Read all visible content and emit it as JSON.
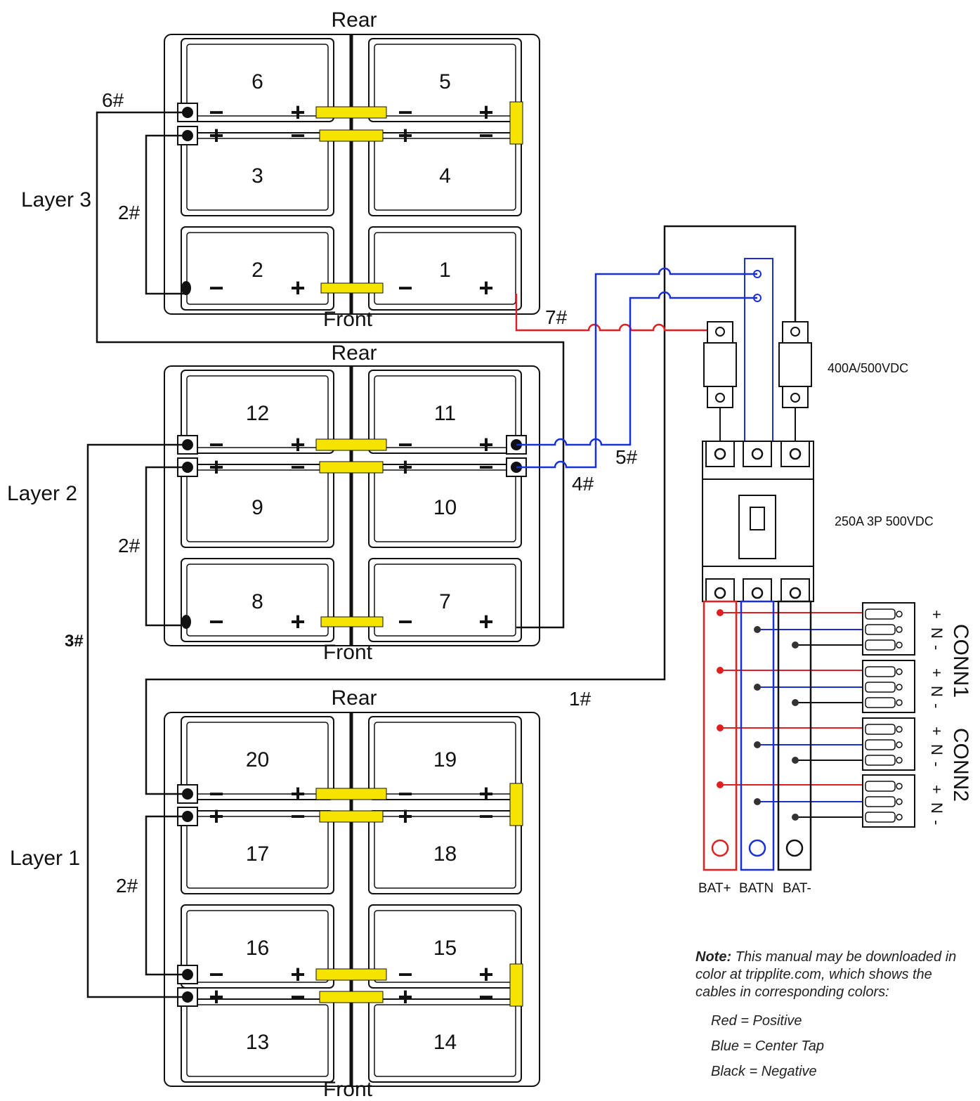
{
  "layers": [
    {
      "label": "Layer 3",
      "rear": "Rear",
      "front": "Front",
      "batteries": [
        "6",
        "5",
        "3",
        "4",
        "2",
        "1"
      ],
      "wires": [
        "6#",
        "2#"
      ]
    },
    {
      "label": "Layer 2",
      "rear": "Rear",
      "front": "Front",
      "batteries": [
        "12",
        "11",
        "9",
        "10",
        "8",
        "7"
      ],
      "wires": [
        "2#"
      ]
    },
    {
      "label": "Layer 1",
      "rear": "Rear",
      "front": "Front",
      "batteries": [
        "20",
        "19",
        "17",
        "18",
        "16",
        "15",
        "13",
        "14"
      ],
      "wires": [
        "2#"
      ]
    }
  ],
  "wire_labels": {
    "w1": "1#",
    "w3": "3#",
    "w4": "4#",
    "w5": "5#",
    "w7": "7#"
  },
  "fuse_label": "400A/500VDC",
  "breaker_label": "250A 3P 500VDC",
  "busbar_labels": [
    "BAT+",
    "BATN",
    "BAT-"
  ],
  "connectors": [
    "CONN1",
    "CONN2"
  ],
  "pin_labels": [
    "+",
    "N",
    "-",
    "+",
    "N",
    "-",
    "+",
    "N",
    "-",
    "+",
    "N",
    "-"
  ],
  "colors": {
    "positive": "#e02020",
    "center_tap": "#1a2fd6",
    "negative": "#111111",
    "link": "#f5e400"
  },
  "note": {
    "title": "Note:",
    "text": "This manual may be downloaded in color at tripplite.com, which shows the cables in corresponding colors:",
    "legend": [
      "Red = Positive",
      "Blue = Center Tap",
      "Black = Negative"
    ]
  }
}
